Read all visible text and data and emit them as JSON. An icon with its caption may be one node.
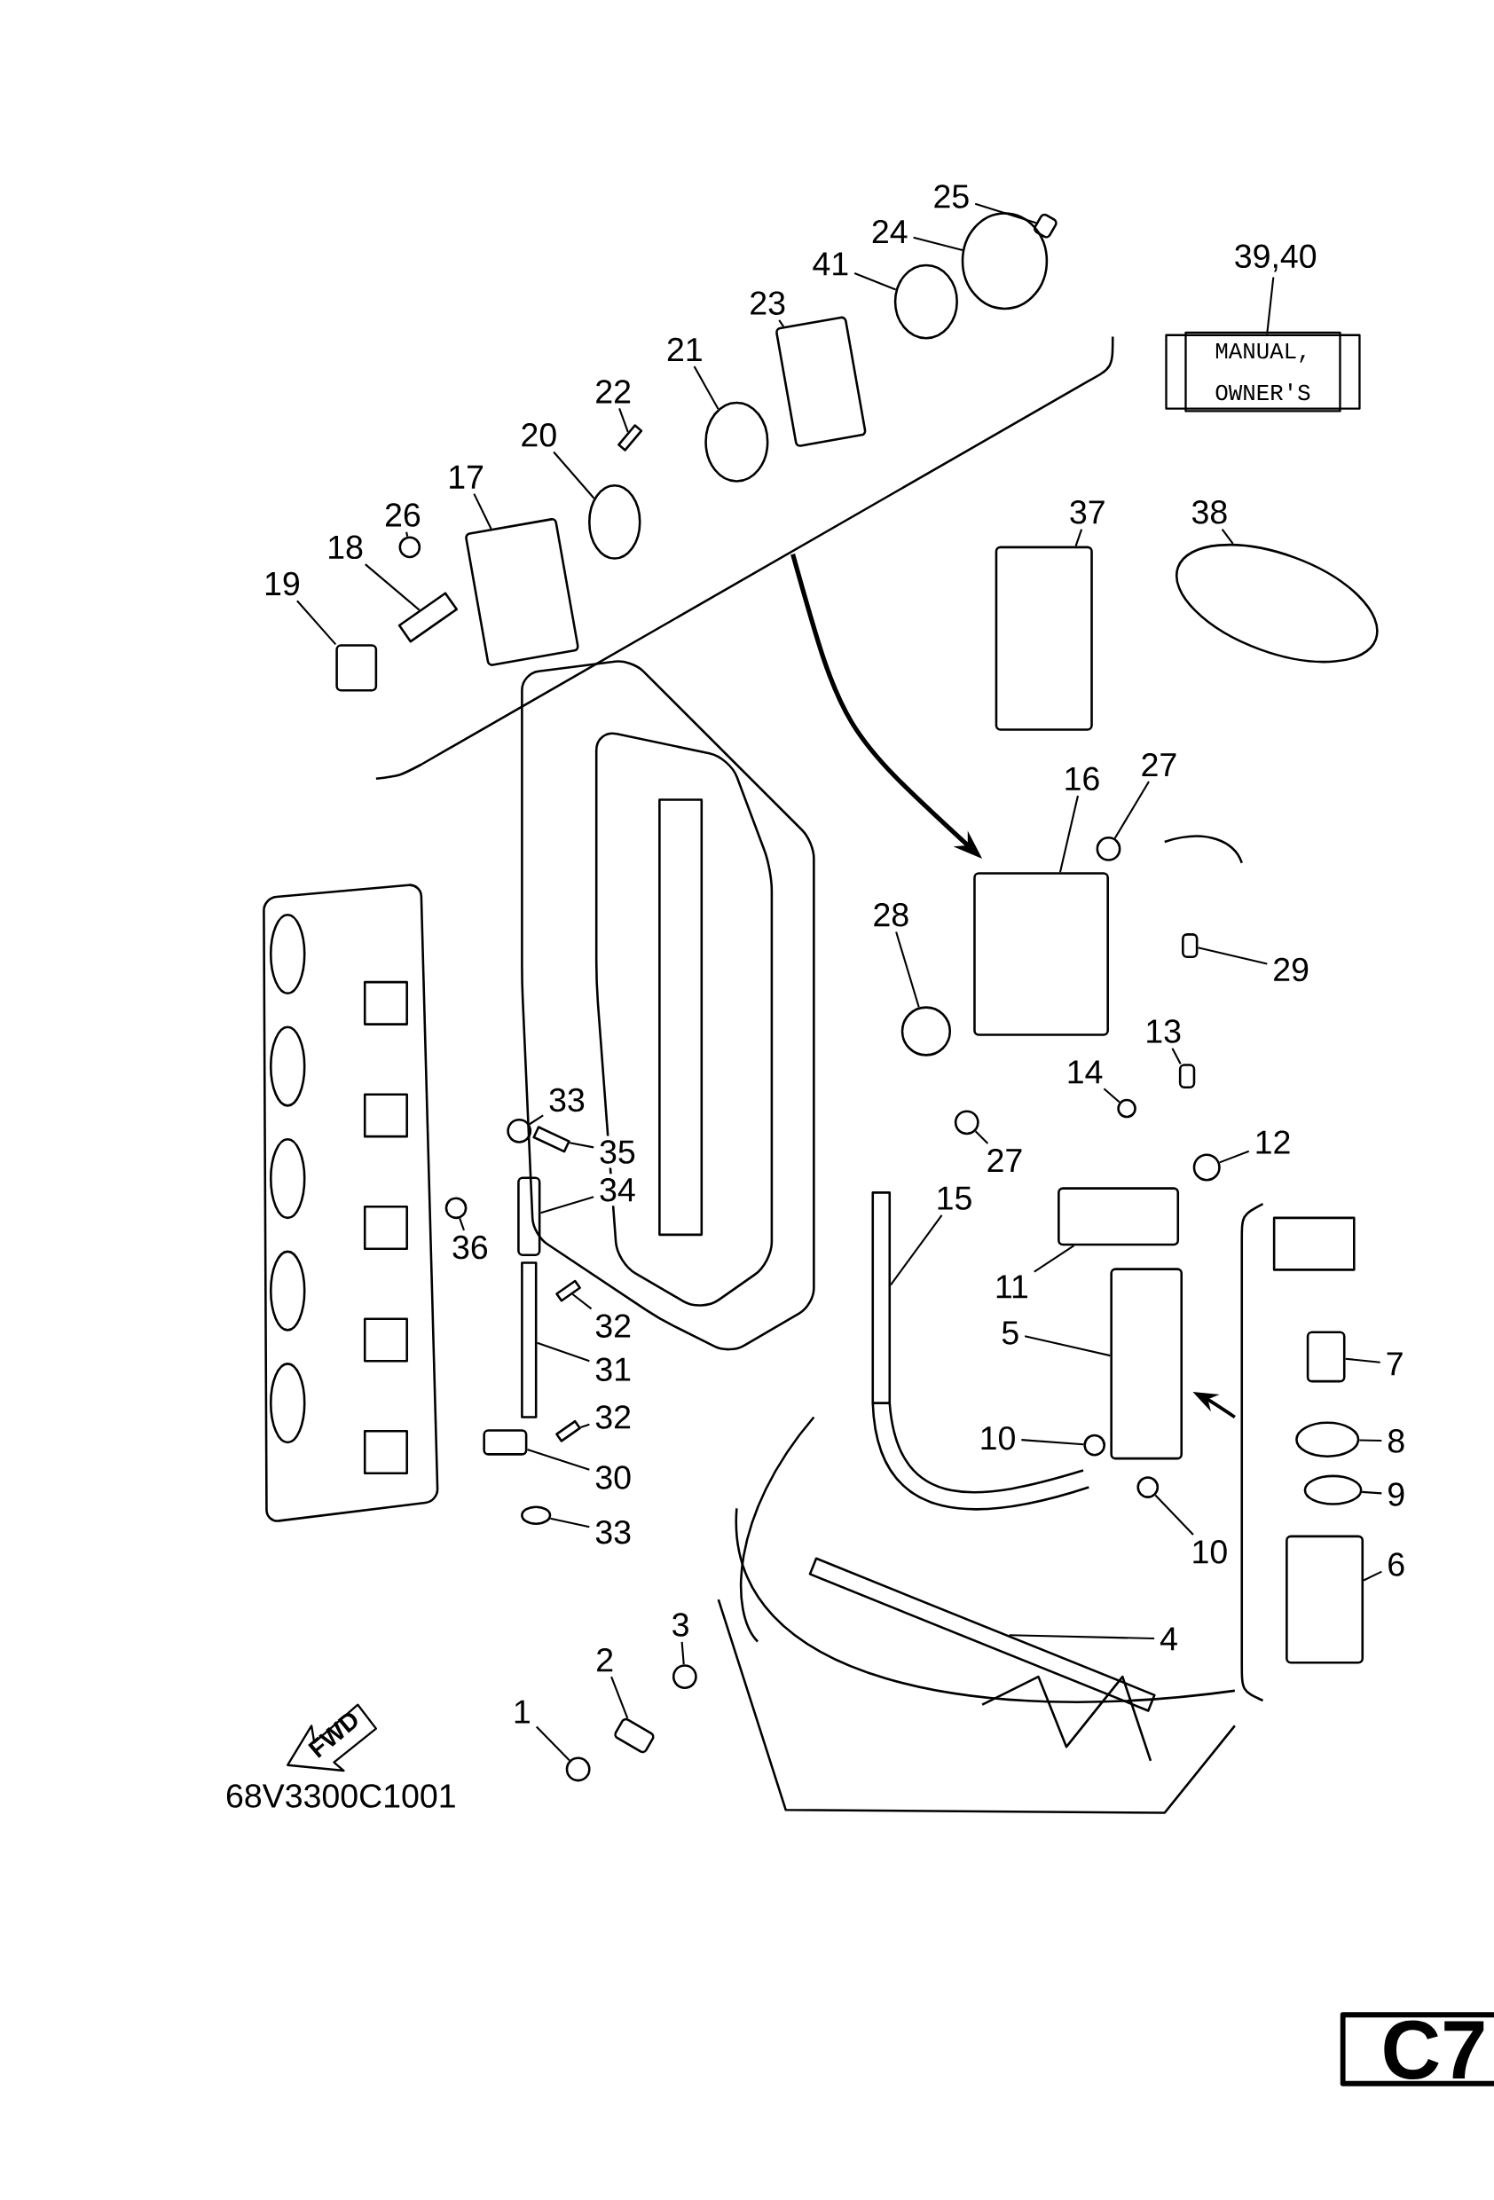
{
  "diagram": {
    "nodes": [
      {
        "text": [
          "25"
        ]
      },
      {
        "text": [
          "24"
        ]
      },
      {
        "text": [
          "41"
        ]
      },
      {
        "text": [
          "23"
        ]
      },
      {
        "text": [
          "21"
        ]
      },
      {
        "text": [
          "22"
        ]
      },
      {
        "text": [
          "20"
        ]
      },
      {
        "text": [
          "17"
        ]
      },
      {
        "text": [
          "26"
        ]
      },
      {
        "text": [
          "18"
        ]
      },
      {
        "text": [
          "19"
        ]
      },
      {
        "text": [
          "39,40"
        ]
      },
      {
        "text": [
          "MANUAL, OWNER'S"
        ]
      },
      {
        "text": [
          "37"
        ]
      },
      {
        "text": [
          "38"
        ]
      },
      {
        "text": [
          "16"
        ]
      },
      {
        "text": [
          "27"
        ]
      },
      {
        "text": [
          "28"
        ]
      },
      {
        "text": [
          "29"
        ]
      },
      {
        "text": [
          "13"
        ]
      },
      {
        "text": [
          "14"
        ]
      },
      {
        "text": [
          "33"
        ]
      },
      {
        "text": [
          "35"
        ]
      },
      {
        "text": [
          "12"
        ]
      },
      {
        "text": [
          "34"
        ]
      },
      {
        "text": [
          "27"
        ]
      },
      {
        "text": [
          "15"
        ]
      },
      {
        "text": [
          "36"
        ]
      },
      {
        "text": [
          "11"
        ]
      },
      {
        "text": [
          "5"
        ]
      },
      {
        "text": [
          "32"
        ]
      },
      {
        "text": [
          "31"
        ]
      },
      {
        "text": [
          "7"
        ]
      },
      {
        "text": [
          "32"
        ]
      },
      {
        "text": [
          "10"
        ]
      },
      {
        "text": [
          "8"
        ]
      },
      {
        "text": [
          "30"
        ]
      },
      {
        "text": [
          "9"
        ]
      },
      {
        "text": [
          "33"
        ]
      },
      {
        "text": [
          "10"
        ]
      },
      {
        "text": [
          "6"
        ]
      },
      {
        "text": [
          "4"
        ]
      },
      {
        "text": [
          "3"
        ]
      },
      {
        "text": [
          "2"
        ]
      },
      {
        "text": [
          "1"
        ]
      },
      {
        "text": [
          "FWD"
        ]
      },
      {
        "text": [
          "C7"
        ]
      },
      {
        "text": [],
        "shape": "box"
      },
      {
        "text": [],
        "shape": "circle"
      },
      {
        "text": [],
        "shape": "circle"
      },
      {
        "text": [],
        "shape": "box"
      },
      {
        "text": [],
        "shape": "circle"
      },
      {
        "text": [],
        "shape": "bar"
      },
      {
        "text": [],
        "shape": "circle"
      },
      {
        "text": [],
        "shape": "box"
      },
      {
        "text": [],
        "shape": "circle"
      },
      {
        "text": [],
        "shape": "bar"
      },
      {
        "text": [],
        "shape": "box"
      },
      {
        "text": [],
        "shape": "box"
      },
      {
        "text": [],
        "shape": "circle"
      },
      {
        "text": [],
        "shape": "box"
      },
      {
        "text": [],
        "shape": "circle"
      },
      {
        "text": [],
        "shape": "circle"
      },
      {
        "text": [],
        "shape": "box"
      },
      {
        "text": [],
        "shape": "box"
      },
      {
        "text": [],
        "shape": "circle"
      },
      {
        "text": [],
        "shape": "circle"
      },
      {
        "text": [],
        "shape": "bar"
      },
      {
        "text": [],
        "shape": "circle"
      },
      {
        "text": [],
        "shape": "box"
      },
      {
        "text": [],
        "shape": "circle"
      },
      {
        "text": [],
        "shape": "bar"
      },
      {
        "text": [],
        "shape": "circle"
      },
      {
        "text": [],
        "shape": "box"
      },
      {
        "text": [],
        "shape": "box"
      },
      {
        "text": [],
        "shape": "bar"
      },
      {
        "text": [],
        "shape": "bar"
      },
      {
        "text": [],
        "shape": "box"
      },
      {
        "text": [],
        "shape": "bar"
      },
      {
        "text": [],
        "shape": "circle"
      },
      {
        "text": [],
        "shape": "circle"
      },
      {
        "text": [],
        "shape": "box"
      },
      {
        "text": [],
        "shape": "circle"
      },
      {
        "text": [],
        "shape": "circle"
      },
      {
        "text": [],
        "shape": "circle"
      },
      {
        "text": [],
        "shape": "box"
      },
      {
        "text": [],
        "shape": "bar"
      },
      {
        "text": [],
        "shape": "circle"
      },
      {
        "text": [],
        "shape": "box"
      },
      {
        "text": [],
        "shape": "circle"
      }
    ],
    "edges": [
      {
        "from": 0,
        "to": 47,
        "arrow": "none"
      },
      {
        "from": 1,
        "to": 48,
        "arrow": "none"
      },
      {
        "from": 2,
        "to": 49,
        "arrow": "none"
      },
      {
        "from": 3,
        "to": 50,
        "arrow": "none"
      },
      {
        "from": 4,
        "to": 51,
        "arrow": "none"
      },
      {
        "from": 5,
        "to": 52,
        "arrow": "none"
      },
      {
        "from": 6,
        "to": 53,
        "arrow": "none"
      },
      {
        "from": 7,
        "to": 54,
        "arrow": "none"
      },
      {
        "from": 8,
        "to": 55,
        "arrow": "none"
      },
      {
        "from": 9,
        "to": 56,
        "arrow": "none"
      },
      {
        "from": 10,
        "to": 57,
        "arrow": "none"
      },
      {
        "from": 11,
        "to": 12,
        "arrow": "none"
      },
      {
        "from": 13,
        "to": 58,
        "arrow": "none"
      },
      {
        "from": 14,
        "to": 59,
        "arrow": "none"
      },
      {
        "from": 15,
        "to": 60,
        "arrow": "none"
      },
      {
        "from": 16,
        "to": 61,
        "arrow": "none"
      },
      {
        "from": 17,
        "to": 62,
        "arrow": "none"
      },
      {
        "from": 18,
        "to": 63,
        "arrow": "none"
      },
      {
        "from": 19,
        "to": 64,
        "arrow": "none"
      },
      {
        "from": 20,
        "to": 65,
        "arrow": "none"
      },
      {
        "from": 21,
        "to": 66,
        "arrow": "none"
      },
      {
        "from": 22,
        "to": 67,
        "arrow": "none"
      },
      {
        "from": 23,
        "to": 68,
        "arrow": "none"
      },
      {
        "from": 24,
        "to": 69,
        "arrow": "none"
      },
      {
        "from": 25,
        "to": 70,
        "arrow": "none"
      },
      {
        "from": 26,
        "to": 71,
        "arrow": "none"
      },
      {
        "from": 27,
        "to": 72,
        "arrow": "none"
      },
      {
        "from": 28,
        "to": 73,
        "arrow": "none"
      },
      {
        "from": 29,
        "to": 74,
        "arrow": "none"
      },
      {
        "from": 30,
        "to": 75,
        "arrow": "none"
      },
      {
        "from": 31,
        "to": 76,
        "arrow": "none"
      },
      {
        "from": 32,
        "to": 77,
        "arrow": "none"
      },
      {
        "from": 33,
        "to": 78,
        "arrow": "none"
      },
      {
        "from": 34,
        "to": 79,
        "arrow": "none"
      },
      {
        "from": 35,
        "to": 80,
        "arrow": "none"
      },
      {
        "from": 36,
        "to": 81,
        "arrow": "none"
      },
      {
        "from": 37,
        "to": 82,
        "arrow": "none"
      },
      {
        "from": 38,
        "to": 83,
        "arrow": "none"
      },
      {
        "from": 39,
        "to": 84,
        "arrow": "none"
      },
      {
        "from": 40,
        "to": 85,
        "arrow": "none"
      },
      {
        "from": 41,
        "to": 86,
        "arrow": "none"
      },
      {
        "from": 42,
        "to": 87,
        "arrow": "none"
      },
      {
        "from": 43,
        "to": 88,
        "arrow": "none"
      },
      {
        "from": 44,
        "to": 89,
        "arrow": "none"
      }
    ],
    "labels": [
      "68V3300C1001"
    ]
  }
}
